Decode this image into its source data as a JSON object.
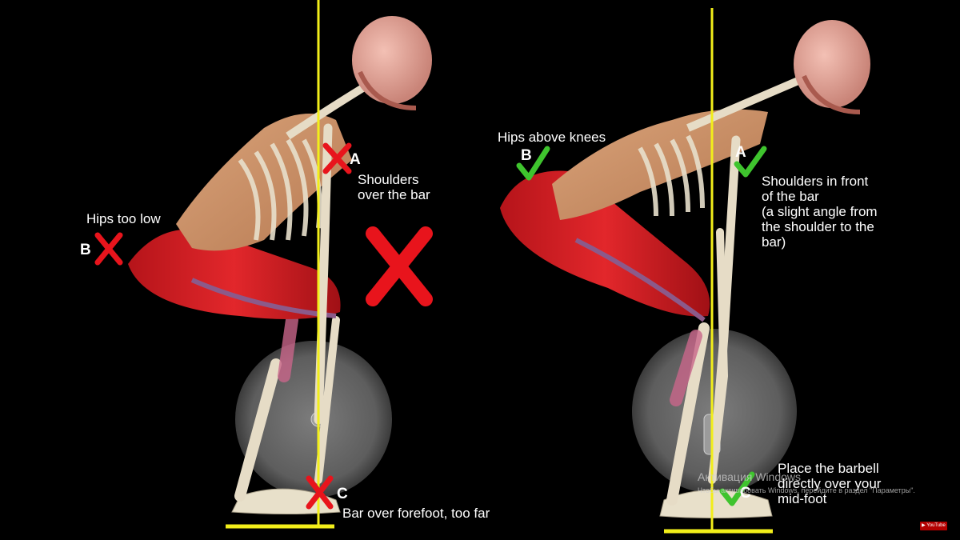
{
  "colors": {
    "guide_line": "#f2ee1a",
    "wrong_mark": "#e8141c",
    "right_mark": "#3fc42e",
    "muscle": "#d81d22",
    "bone": "#e6dcc6"
  },
  "left_panel": {
    "label_a_letter": "A",
    "label_a_text": "Shoulders\nover the bar",
    "label_b_letter": "B",
    "label_b_text": "Hips too low",
    "label_c_letter": "C",
    "label_c_text": "Bar over forefoot, too far"
  },
  "right_panel": {
    "label_a_letter": "A",
    "label_a_text": "Shoulders in front\nof the bar\n(a slight angle from\nthe shoulder to the\nbar)",
    "label_b_letter": "B",
    "label_b_text": "Hips above knees",
    "label_c_letter": "C",
    "label_c_text": "Place the barbell\ndirectly over your\nmid-foot"
  },
  "watermark": {
    "title": "Активация Windows",
    "subtitle": "Чтобы активировать Windows, перейдите в раздел \"Параметры\"."
  },
  "yt_badge": "▶ YouTube"
}
